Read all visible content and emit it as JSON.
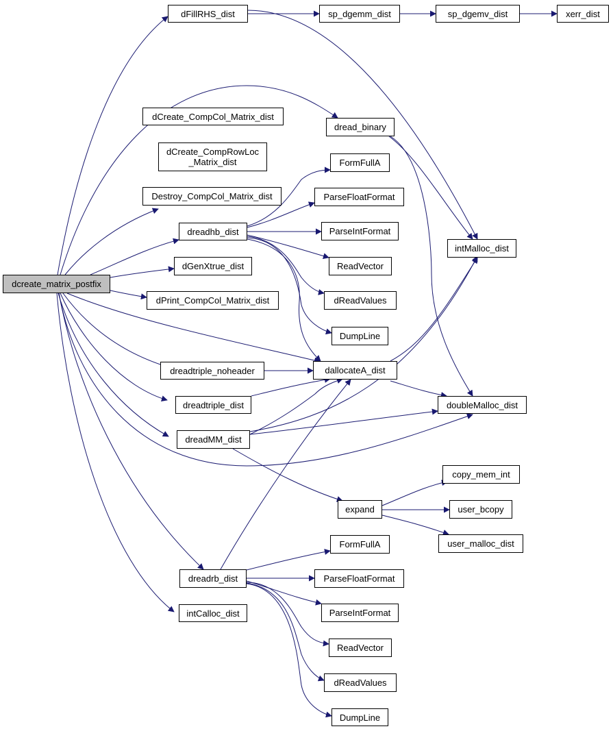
{
  "nodes": {
    "root": "dcreate_matrix_postfix",
    "dFillRHS_dist": "dFillRHS_dist",
    "sp_dgemm_dist": "sp_dgemm_dist",
    "sp_dgemv_dist": "sp_dgemv_dist",
    "xerr_dist": "xerr_dist",
    "dCreate_CompCol_Matrix_dist": "dCreate_CompCol_Matrix_dist",
    "dread_binary": "dread_binary",
    "dCreate_CompRowLoc_Matrix_dist": [
      "dCreate_CompRowLoc",
      "_Matrix_dist"
    ],
    "FormFullA_1": "FormFullA",
    "Destroy_CompCol_Matrix_dist": "Destroy_CompCol_Matrix_dist",
    "ParseFloatFormat_1": "ParseFloatFormat",
    "dreadhb_dist": "dreadhb_dist",
    "ParseIntFormat_1": "ParseIntFormat",
    "intMalloc_dist": "intMalloc_dist",
    "ReadVector_1": "ReadVector",
    "dGenXtrue_dist": "dGenXtrue_dist",
    "dPrint_CompCol_Matrix_dist": "dPrint_CompCol_Matrix_dist",
    "dReadValues_1": "dReadValues",
    "DumpLine_1": "DumpLine",
    "dreadtriple_noheader": "dreadtriple_noheader",
    "dallocateA_dist": "dallocateA_dist",
    "dreadtriple_dist": "dreadtriple_dist",
    "doubleMalloc_dist": "doubleMalloc_dist",
    "dreadMM_dist": "dreadMM_dist",
    "copy_mem_int": "copy_mem_int",
    "expand": "expand",
    "user_bcopy": "user_bcopy",
    "user_malloc_dist": "user_malloc_dist",
    "FormFullA_2": "FormFullA",
    "dreadrb_dist": "dreadrb_dist",
    "ParseFloatFormat_2": "ParseFloatFormat",
    "intCalloc_dist": "intCalloc_dist",
    "ParseIntFormat_2": "ParseIntFormat",
    "ReadVector_2": "ReadVector",
    "dReadValues_2": "dReadValues",
    "DumpLine_2": "DumpLine"
  },
  "colors": {
    "edge": "#191970",
    "node_border": "#000000",
    "node_fill": "#ffffff",
    "root_fill": "#bfbfbf"
  }
}
